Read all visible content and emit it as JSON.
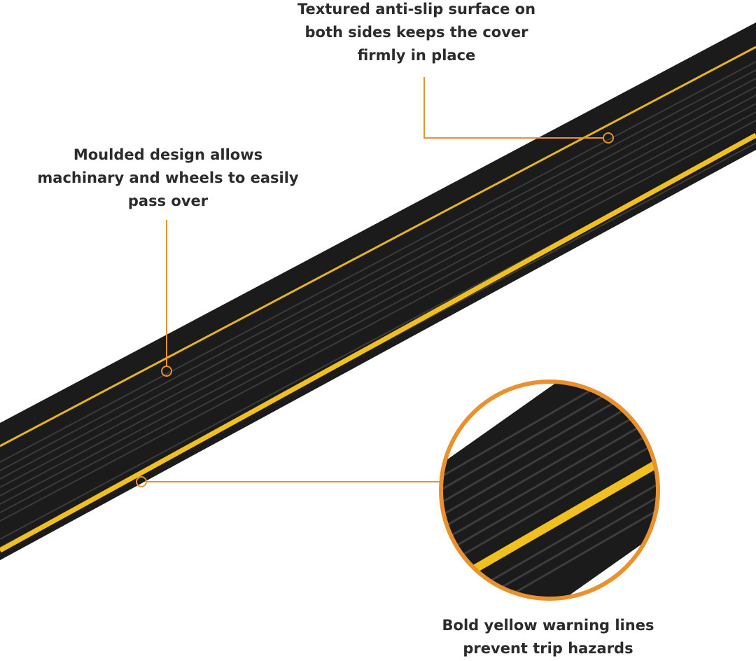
{
  "callouts": {
    "anti_slip": {
      "lines": [
        "Textured anti-slip surface on",
        "both sides keeps the cover",
        "firmly in place"
      ]
    },
    "moulded": {
      "lines": [
        "Moulded design allows",
        "machinary and wheels to easily",
        "pass over"
      ]
    },
    "warning_lines": {
      "lines": [
        "Bold yellow warning lines",
        "prevent trip hazards"
      ]
    }
  },
  "colors": {
    "background": "#ffffff",
    "callout_line": "#e8912e",
    "cover_body": "#1c1c1c",
    "cover_ridge": "#3a3a3a",
    "warning_stripe": "#f0c020",
    "caption_text": "#2b2b2b"
  }
}
